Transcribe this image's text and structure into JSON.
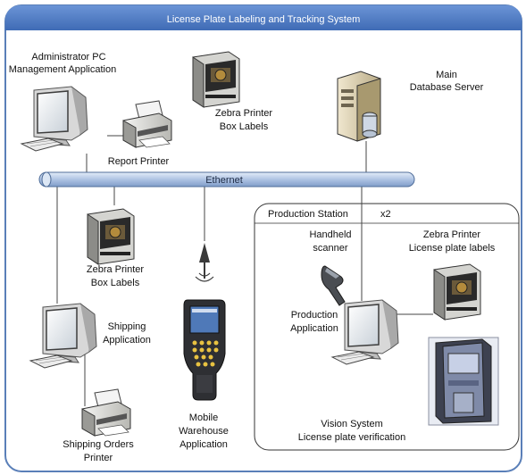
{
  "title": "License Plate Labeling and Tracking System",
  "network": {
    "label": "Ethernet"
  },
  "nodes": {
    "admin_pc": {
      "line1": "Administrator PC",
      "line2": "Management Application",
      "icon": "desktop-computer-icon"
    },
    "zebra_top": {
      "line1": "Zebra Printer",
      "line2": "Box Labels",
      "icon": "label-printer-icon"
    },
    "report_printer": {
      "line1": "Report Printer",
      "icon": "desktop-printer-icon"
    },
    "db_server": {
      "line1": "Main",
      "line2": "Database Server",
      "icon": "server-tower-icon"
    },
    "zebra_mid": {
      "line1": "Zebra Printer",
      "line2": "Box Labels",
      "icon": "label-printer-icon"
    },
    "shipping_app": {
      "line1": "Shipping",
      "line2": "Application",
      "icon": "desktop-computer-icon"
    },
    "shipping_printer": {
      "line1": "Shipping Orders",
      "line2": "Printer",
      "icon": "desktop-printer-icon"
    },
    "mobile_app": {
      "line1": "Mobile",
      "line2": "Warehouse",
      "line3": "Application",
      "icon": "handheld-terminal-icon"
    },
    "wireless": {
      "icon": "wireless-antenna-icon"
    }
  },
  "production_station": {
    "label": "Production Station",
    "count": "x2",
    "scanner": {
      "line1": "Handheld",
      "line2": "scanner",
      "icon": "barcode-scanner-icon"
    },
    "zebra": {
      "line1": "Zebra Printer",
      "line2": "License plate labels",
      "icon": "label-printer-icon"
    },
    "production_app": {
      "line1": "Production",
      "line2": "Application",
      "icon": "desktop-computer-icon"
    },
    "vision": {
      "line1": "Vision System",
      "line2": "License plate verification",
      "icon": "vision-cabinet-icon"
    }
  },
  "colors": {
    "title_bar": "#4a78c2",
    "frame": "#5a7fb8",
    "ethernet": "#b9cbe6"
  }
}
